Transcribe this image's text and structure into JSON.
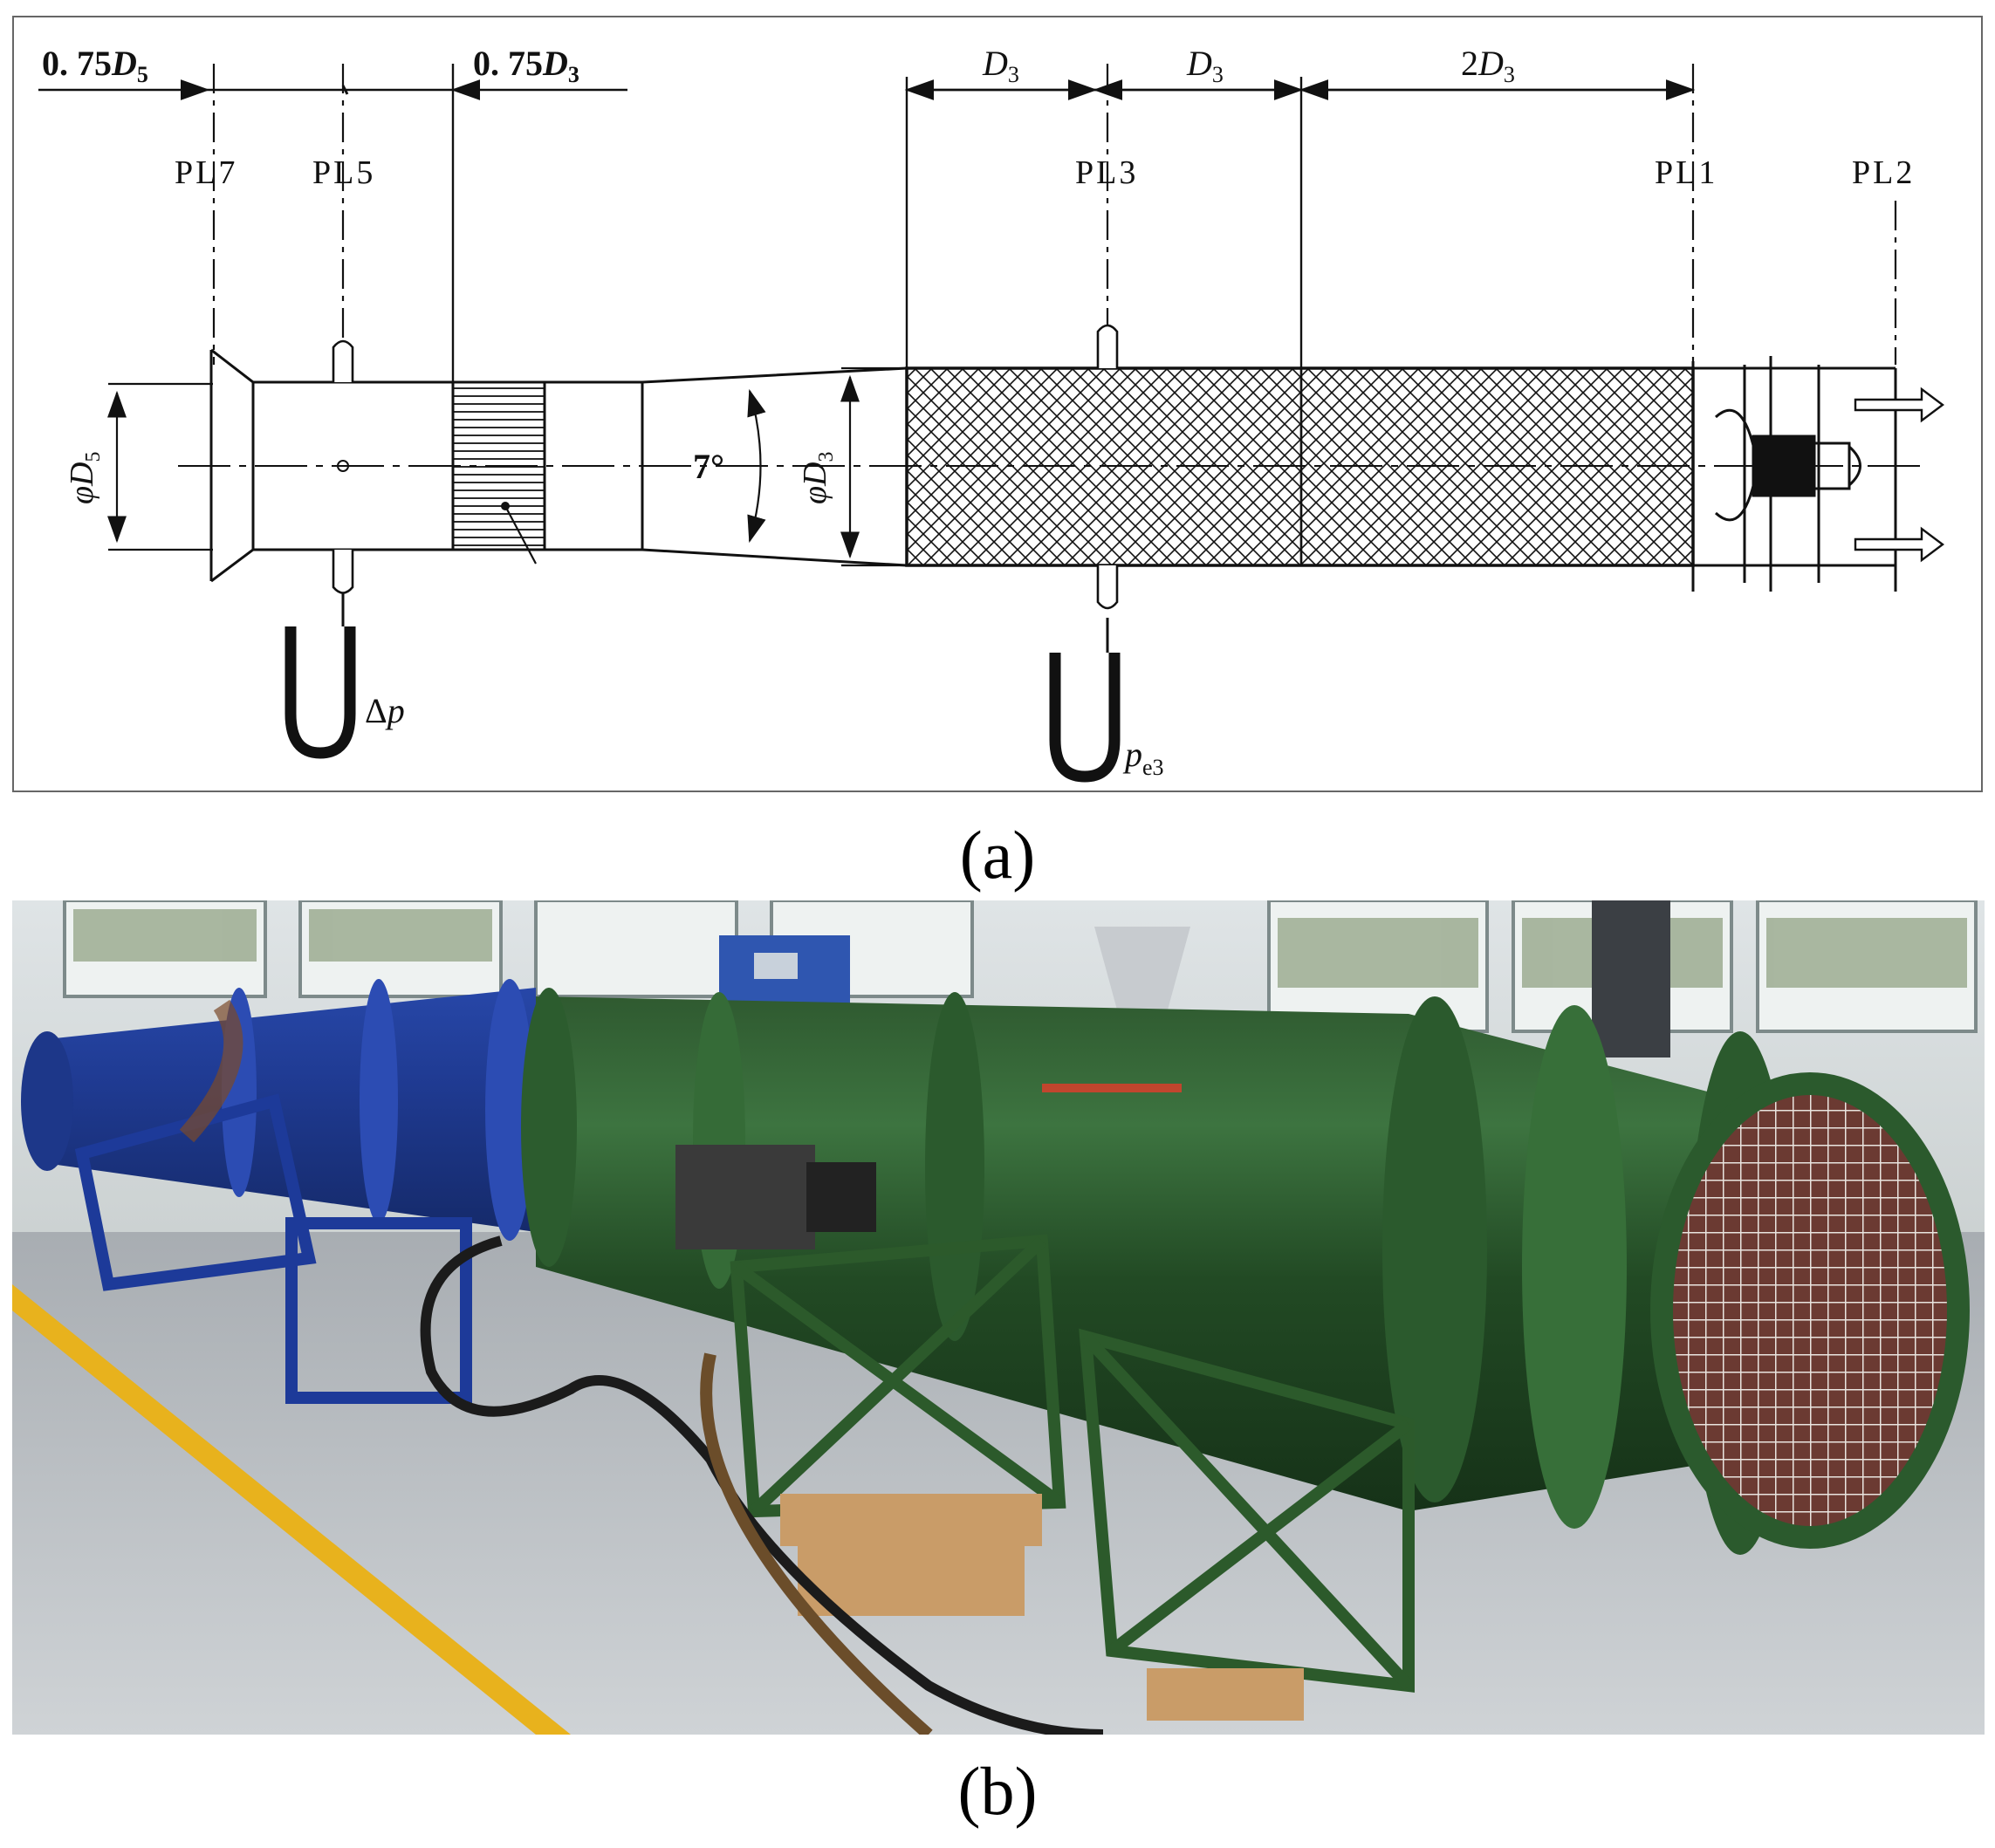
{
  "panel_a": {
    "caption": "(a)",
    "dimensions": {
      "d075_d5_coef": "0. 75",
      "d075_d5_var": "D",
      "d075_d5_sub": "5",
      "d075_d3_coef": "0. 75",
      "d075_d3_var": "D",
      "d075_d3_sub": "3",
      "dim_d3_first_var": "D",
      "dim_d3_first_sub": "3",
      "dim_d3_second_var": "D",
      "dim_d3_second_sub": "3",
      "dim_2d3_coef": "2",
      "dim_2d3_var": "D",
      "dim_2d3_sub": "3"
    },
    "planes": {
      "pl7": "PL7",
      "pl5": "PL5",
      "pl3": "PL3",
      "pl1": "PL1",
      "pl2": "PL2"
    },
    "diameters": {
      "phi_d5_phi": "φ",
      "phi_d5_var": "D",
      "phi_d5_sub": "5",
      "phi_d3_phi": "φ",
      "phi_d3_var": "D",
      "phi_d3_sub": "3",
      "angle": "7°"
    },
    "manometers": {
      "delta_p_symbol": "Δ",
      "delta_p_var": "p",
      "pe3_var": "p",
      "pe3_sub": "e3"
    }
  },
  "panel_b": {
    "caption": "(b)"
  }
}
